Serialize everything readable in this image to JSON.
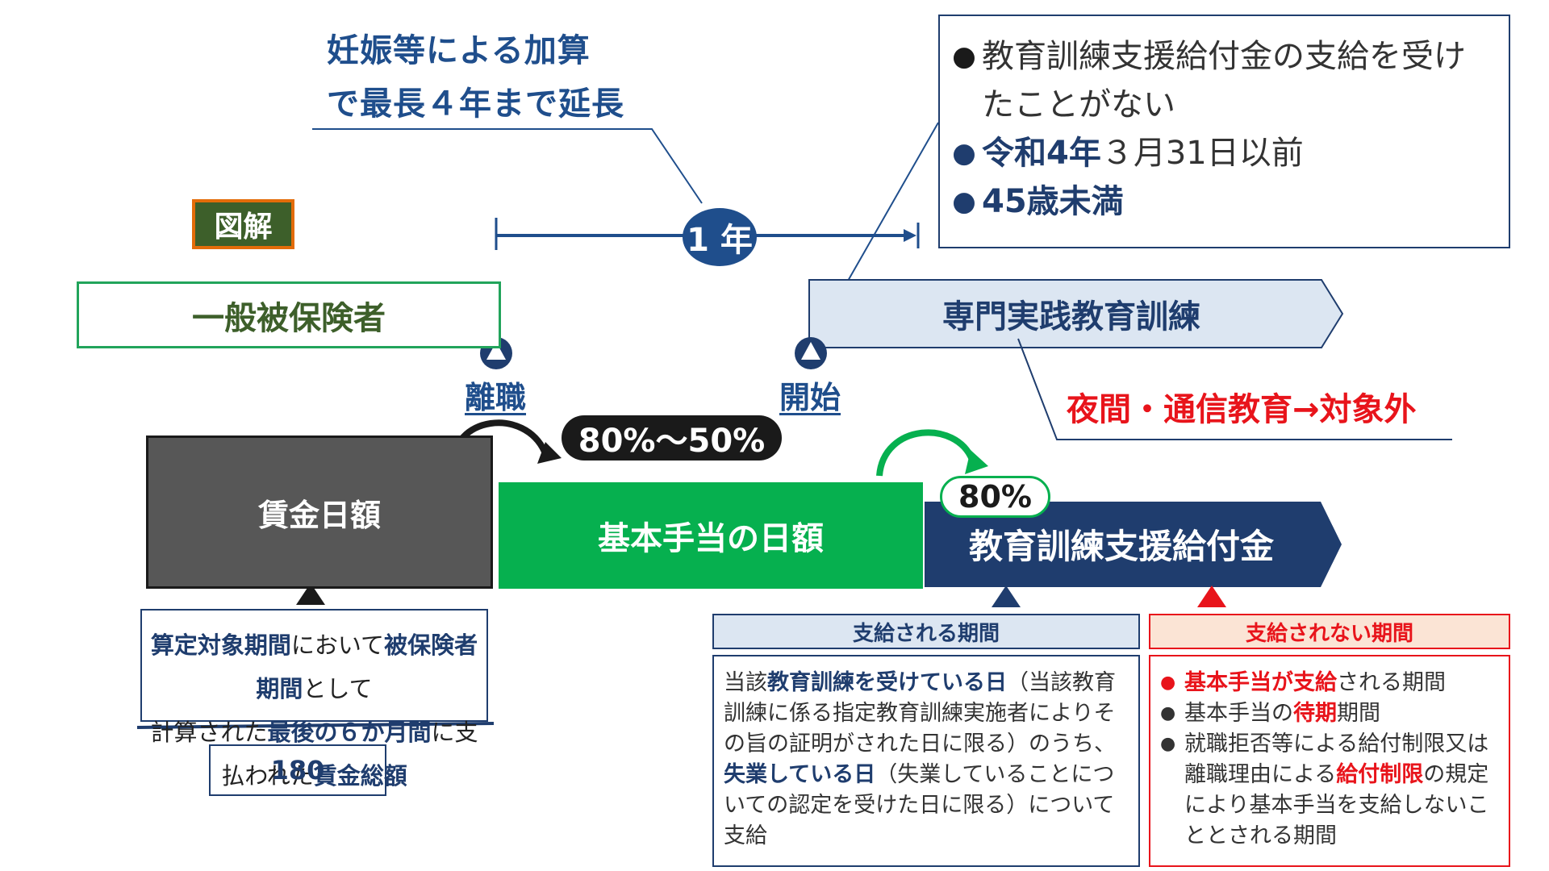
{
  "annotation": {
    "line1": "妊娠等による加算",
    "line2": "で最長４年まで延長"
  },
  "zukai_label": "図解",
  "general_insured": "一般被保険者",
  "one_year": "1 年",
  "info_box": {
    "items": [
      {
        "bullet": "●",
        "text": "教育訓練支援給付金の支給を受けたことがない",
        "bullet_color": "#1a1a1a"
      },
      {
        "bullet": "●",
        "bold": "令和4年",
        "text": "３月31日以前",
        "bullet_color": "#1f3d6e"
      },
      {
        "bullet": "●",
        "bold": "45歳未満",
        "text": "",
        "bullet_color": "#1f3d6e"
      }
    ]
  },
  "training_program": "専門実践教育訓練",
  "markers": {
    "separation": "離職",
    "start": "開始"
  },
  "excluded": "夜間・通信教育→対象外",
  "rates": {
    "basic_rate": "80%～50%",
    "benefit_rate": "80%"
  },
  "blocks": {
    "wage": "賃金日額",
    "basic": "基本手当の日額",
    "benefit": "教育訓練支援給付金"
  },
  "calc": {
    "k1": "算定対象期間",
    "t1": "において",
    "k2": "被保険者期間",
    "t2": "として",
    "t3": "計算された",
    "k3": "最後の６か月間",
    "t4": "に支払われた",
    "k4": "賃金総額"
  },
  "divisor": "180",
  "paid_header": "支給される期間",
  "unpaid_header": "支給されない期間",
  "paid_text": {
    "p1": "当該",
    "k1": "教育訓練を受けている日",
    "p2": "（当該教育訓練に係る指定教育訓練実施者によりその旨の証明がされた日に限る）のうち、",
    "k2": "失業している日",
    "p3": "（失業していることについての認定を受けた日に限る）について支給"
  },
  "unpaid_items": {
    "i1_k": "基本手当が支給",
    "i1_t": "される期間",
    "i2_a": "基本手当の",
    "i2_k": "待期",
    "i2_b": "期間",
    "i3_a": "就職拒否等による給付制限又は離職理由による",
    "i3_k": "給付制限",
    "i3_b": "の規定により基本手当を支給しないこととされる期間"
  },
  "colors": {
    "navy": "#1f3d6e",
    "green": "#06b04f",
    "red": "#e8141b",
    "gray": "#575757",
    "olive": "#3d5f2a"
  }
}
